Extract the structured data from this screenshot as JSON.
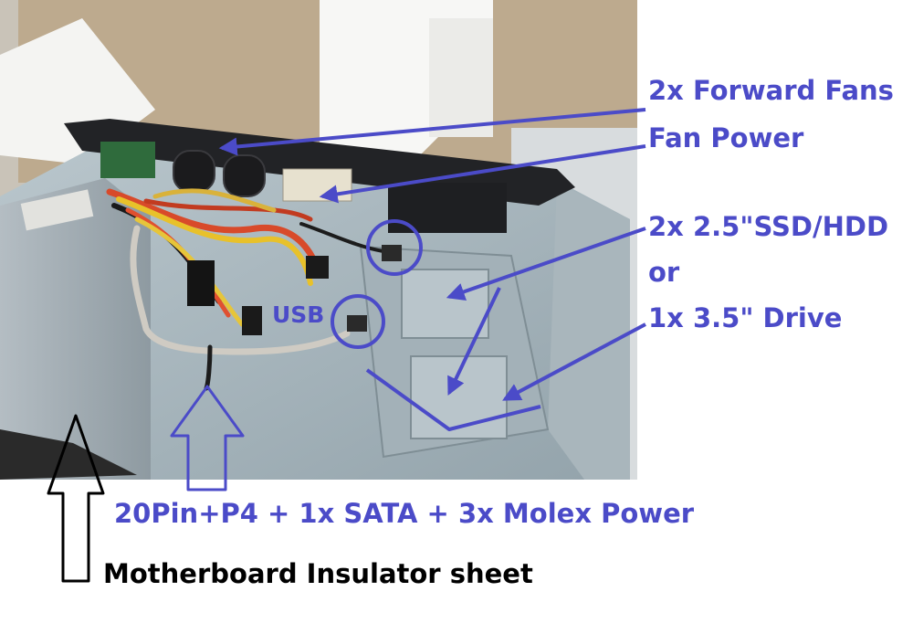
{
  "labels": {
    "forward_fans": "2x Forward Fans",
    "fan_power": "Fan Power",
    "ssd_hdd": "2x 2.5\"SSD/HDD",
    "or": "or",
    "drive_35": "1x 3.5\" Drive",
    "usb": "USB",
    "power_connectors": "20Pin+P4 + 1x SATA + 3x Molex Power",
    "insulator": "Motherboard Insulator sheet"
  },
  "colors": {
    "annotation_blue": "#4b4bc8",
    "annotation_black": "#000000"
  }
}
